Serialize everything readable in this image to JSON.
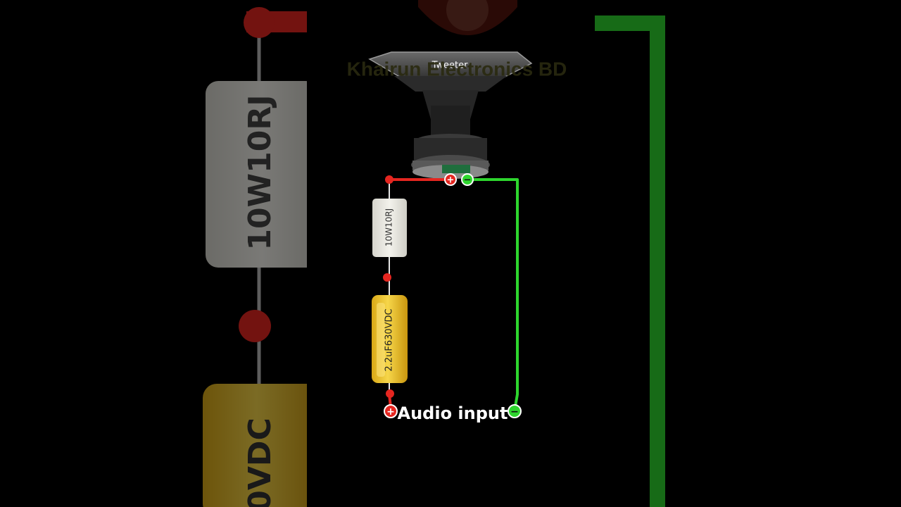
{
  "diagram": {
    "tweeter_label": "Tweeter",
    "watermark": "Khairun Electronics BD",
    "resistor_label": "10W10RJ",
    "capacitor_label": "2.2uF630VDC",
    "input_label": "Audio input",
    "plus_symbol": "+",
    "minus_symbol": "−"
  },
  "background_zoom": {
    "resistor_label": "10W10RJ",
    "capacitor_label": "0VDC"
  },
  "colors": {
    "background": "#000000",
    "positive_wire": "#e52620",
    "negative_wire": "#2ed62e",
    "resistor_body": "#e9e8e1",
    "capacitor_body": "#f1c72a"
  }
}
